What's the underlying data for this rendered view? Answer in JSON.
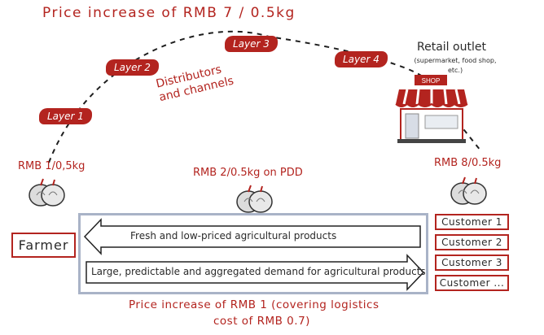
{
  "title": "Price increase of RMB 7 / 0.5kg",
  "layers": [
    "Layer 1",
    "Layer 2",
    "Layer 3",
    "Layer 4"
  ],
  "distributors_label": [
    "Distributors",
    "and channels"
  ],
  "retail": {
    "title": "Retail outlet",
    "subtitle": "(supermarket, food shop, etc.)",
    "shop_sign": "SHOP"
  },
  "prices": {
    "farmer": "RMB 1/0,5kg",
    "middle": "RMB 2/0.5kg on PDD",
    "retail": "RMB 8/0.5kg"
  },
  "farmer_label": "Farmer",
  "arrows": {
    "left": "Fresh and low-priced agricultural products",
    "right": "Large, predictable and aggregated demand for agricultural products"
  },
  "customers": [
    "Customer 1",
    "Customer 2",
    "Customer 3",
    "Customer ..."
  ],
  "bottom_text": [
    "Price increase of RMB 1 (covering logistics",
    "cost of RMB 0.7)"
  ],
  "colors": {
    "accent_red": "#b3241f",
    "box_border": "#a9b3c7",
    "ink": "#2a2a2a"
  },
  "icons": [
    "garlic-icon",
    "shop-icon"
  ]
}
